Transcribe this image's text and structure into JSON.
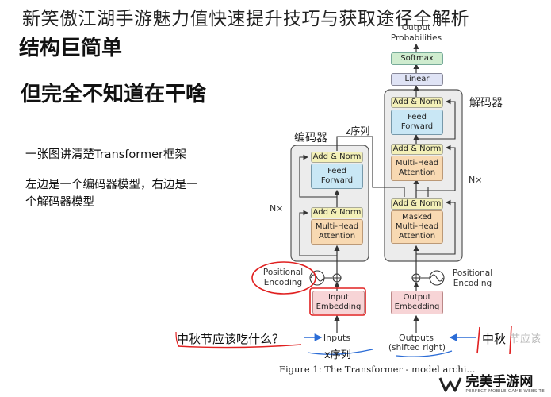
{
  "header": {
    "title": "新笑傲江湖手游魅力值快速提升技巧与获取途径全解析"
  },
  "slide": {
    "title": "结构巨简单",
    "subtitle": "但完全不知道在干啥",
    "note1": "一张图讲清楚Transformer框架",
    "note2_line1": "左边是一个编码器模型，右边是一",
    "note2_line2": "个解码器模型"
  },
  "diagram": {
    "output_probabilities_1": "Output",
    "output_probabilities_2": "Probabilities",
    "softmax": "Softmax",
    "linear": "Linear",
    "decoder_label": "解码器",
    "encoder_label": "编码器",
    "z_sequence": "z序列",
    "nx_left": "N×",
    "nx_right": "N×",
    "add_norm": "Add & Norm",
    "feed_forward_1": "Feed",
    "feed_forward_2": "Forward",
    "multi_head_1": "Multi-Head",
    "multi_head_2": "Attention",
    "masked_1": "Masked",
    "masked_2": "Multi-Head",
    "masked_3": "Attention",
    "positional_1": "Positional",
    "positional_2": "Encoding",
    "input_embedding_1": "Input",
    "input_embedding_2": "Embedding",
    "output_embedding_1": "Output",
    "output_embedding_2": "Embedding",
    "inputs": "Inputs",
    "outputs": "Outputs",
    "shifted_right": "(shifted right)",
    "caption": "Figure 1: The Transformer - model archi..."
  },
  "annotations": {
    "question": "中秋节应该吃什么？",
    "x_sequence": "x序列",
    "answer": "中秋",
    "faded_tail": "节应该"
  },
  "watermark": {
    "name": "完美手游网",
    "sub": "PERFECT MOBILE GAME WEBSITE"
  },
  "colors": {
    "add_norm": "#f3f0b8",
    "feed_forward": "#c9e7f5",
    "attention": "#f8d9b2",
    "embedding": "#f7d4d6",
    "softmax": "#cfeccf",
    "linear": "#dfe3f5",
    "stack_bg": "#ececec",
    "annotation_red": "#e02020"
  }
}
